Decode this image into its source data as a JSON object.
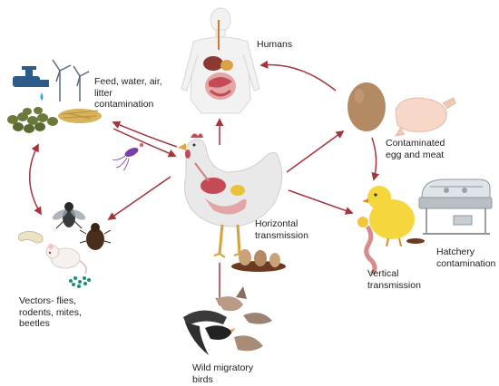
{
  "labels": {
    "humans": "Humans",
    "feed": "Feed, water, air,\nlitter\ncontamination",
    "egg_meat": "Contaminated\negg and meat",
    "horizontal": "Horizontal\ntransmission",
    "hatchery": "Hatchery\ncontamination",
    "vertical": "Vertical\ntransmission",
    "vectors": "Vectors- flies,\nrodents, mites,\nbeetles",
    "wild": "Wild migratory\nbirds"
  },
  "colors": {
    "arrow": "#a3353e",
    "hen": "#e9e9e9",
    "human": "#f2f2f2",
    "organ_red": "#c44b55",
    "organ_pink": "#e3a6a6",
    "egg": "#b38a64",
    "chick": "#f5d63d",
    "tap": "#2e5c8a",
    "pellets": "#6b7a3a",
    "straw": "#d9b35c",
    "steel": "#b8bec4"
  }
}
